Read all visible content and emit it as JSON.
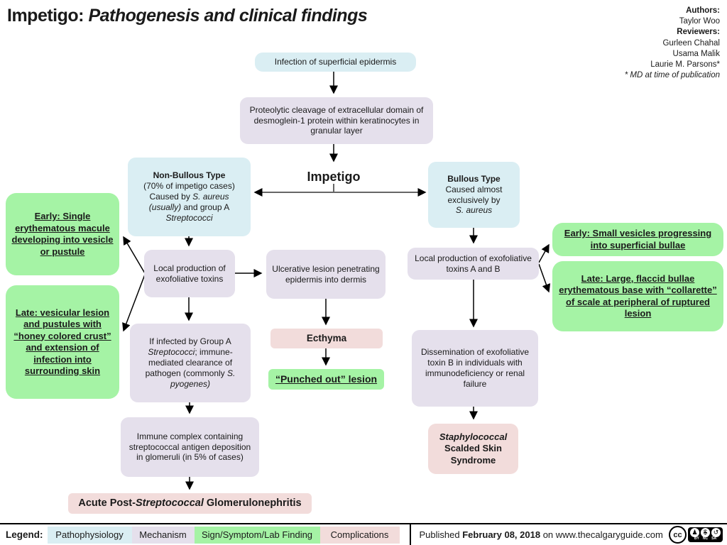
{
  "title": {
    "prefix": "Impetigo:",
    "emphasis": " Pathogenesis and clinical findings"
  },
  "credits": {
    "authors_label": "Authors:",
    "authors": [
      "Taylor Woo"
    ],
    "reviewers_label": "Reviewers:",
    "reviewers": [
      "Gurleen Chahal",
      "Usama Malik",
      "Laurie M. Parsons*"
    ],
    "note": "* MD at time of publication"
  },
  "nodes": {
    "infection": "Infection of superficial epidermis",
    "proteolytic": "Proteolytic cleavage of extracellular domain of desmoglein-1 protein within keratinocytes in granular layer",
    "impetigo": "Impetigo",
    "nonbullous": {
      "title": "Non-Bullous Type",
      "l2": "(70% of impetigo cases)",
      "l3a": "Caused by ",
      "l3b": "S. aureus",
      "l4a": "(usually)",
      "l4b": " and group A",
      "l5": "Streptococci"
    },
    "bullous": {
      "title": "Bullous Type",
      "l2": "Caused almost",
      "l3": "exclusively by",
      "l4": "S. aureus"
    },
    "early_left": "Early: Single erythematous macule developing into vesicle or pustule",
    "late_left": "Late: vesicular lesion and pustules with “honey colored crust” and extension of infection into surrounding skin",
    "localprod_left": "Local production of exofoliative toxins",
    "ulcerative": "Ulcerative lesion penetrating epidermis into dermis",
    "ifinfected": {
      "s1": "If infected by Group A ",
      "s2": "Streptococci",
      "s3": "; immune-mediated clearance of pathogen (commonly ",
      "s4": "S. pyogenes)"
    },
    "ecthyma": "Ecthyma",
    "punchedout": "“Punched out” lesion",
    "immunecomplex": "Immune complex containing streptococcal antigen deposition in glomeruli (in 5% of cases)",
    "acutepost": {
      "s1": "Acute Post-",
      "s2": "Streptococcal",
      "s3": " Glomerulonephritis"
    },
    "localprod_ab": "Local production of exofoliative toxins A and B",
    "early_right": "Early: Small vesicles progressing into superficial bullae",
    "late_right": "Late: Large, flaccid bullae erythematous base with “collarette” of scale at peripheral of ruptured lesion",
    "dissemination": "Dissemination of exofoliative toxin B in individuals with immunodeficiency or renal failure",
    "sss": {
      "l1": "Staphylococcal",
      "l2": "Scalded Skin",
      "l3": "Syndrome"
    }
  },
  "legend": {
    "label": "Legend:",
    "items": [
      {
        "label": "Pathophysiology",
        "color": "#daeef3"
      },
      {
        "label": "Mechanism",
        "color": "#e5e0ec"
      },
      {
        "label": "Sign/Symptom/Lab Finding",
        "color": "#a5f3a5"
      },
      {
        "label": "Complications",
        "color": "#f2dcdb"
      }
    ]
  },
  "footer": {
    "published_prefix": "Published ",
    "published_date": "February 08, 2018",
    "published_suffix": " on www.thecalgaryguide.com",
    "license": {
      "cc": "cc",
      "by": "BY",
      "nc": "NC",
      "sa": "SA"
    }
  },
  "colors": {
    "pathophysiology": "#daeef3",
    "mechanism": "#e5e0ec",
    "finding": "#a5f3a5",
    "complication": "#f2dcdb"
  }
}
